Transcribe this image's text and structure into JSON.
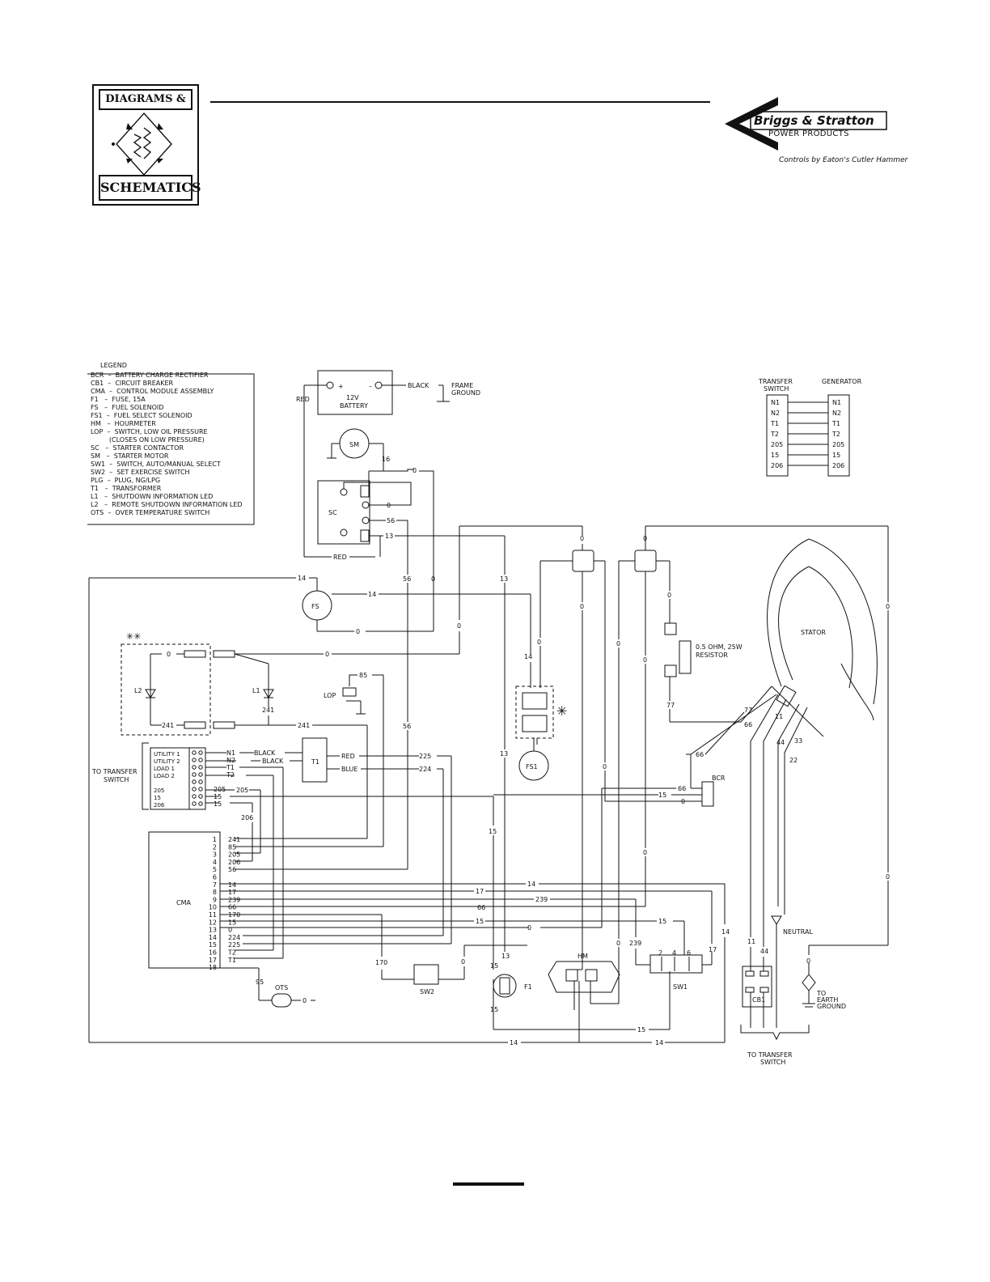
{
  "header": {
    "logo_top": "DIAGRAMS &",
    "logo_bottom": "SCHEMATICS",
    "brand_name": "Briggs & Stratton",
    "brand_sub": "POWER PRODUCTS",
    "brand_controls": "Controls by Eaton's Cutler Hammer"
  },
  "legend": {
    "title": "LEGEND",
    "items": [
      "BCR  –  BATTERY CHARGE RECTIFIER",
      "CB1  –  CIRCUIT BREAKER",
      "CMA  –  CONTROL MODULE ASSEMBLY",
      "F1   –  FUSE, 15A",
      "FS   –  FUEL SOLENOID",
      "FS1  –  FUEL SELECT SOLENOID",
      "HM   –  HOURMETER",
      "LOP  –  SWITCH, LOW OIL PRESSURE",
      "         (CLOSES ON LOW PRESSURE)",
      "SC   –  STARTER CONTACTOR",
      "SM   –  STARTER MOTOR",
      "SW1  –  SWITCH, AUTO/MANUAL SELECT",
      "SW2  –  SET EXERCISE SWITCH",
      "PLG  –  PLUG, NG/LPG",
      "T1   –  TRANSFORMER",
      "L1   –  SHUTDOWN INFORMATION LED",
      "L2   –  REMOTE SHUTDOWN INFORMATION LED",
      "OTS  –  OVER TEMPERATURE SWITCH"
    ]
  },
  "battery": {
    "voltage": "12V",
    "label": "BATTERY",
    "plus": "+",
    "minus": "–",
    "black": "BLACK",
    "frame": "FRAME",
    "ground": "GROUND",
    "red": "RED"
  },
  "components": {
    "sm": "SM",
    "sc": "SC",
    "fs": "FS",
    "fs1": "FS1",
    "lop": "LOP",
    "l1": "L1",
    "l2": "L2",
    "t1": "T1",
    "cma": "CMA",
    "sw1": "SW1",
    "sw2": "SW2",
    "f1": "F1",
    "hm": "HM",
    "ots": "OTS",
    "cb1": "CB1",
    "bcr": "BCR",
    "stator": "STATOR",
    "neutral": "NEUTRAL",
    "resistor": "0.5 OHM, 25W",
    "resistor2": "RESISTOR",
    "earth1": "TO",
    "earth2": "EARTH",
    "earth3": "GROUND",
    "star": "✳",
    "dstar": "✳✳"
  },
  "to_transfer_left": {
    "line1": "TO TRANSFER",
    "line2": "SWITCH"
  },
  "to_transfer_bottom": {
    "line1": "TO TRANSFER",
    "line2": "SWITCH"
  },
  "terminal_block": {
    "labels": [
      "UTILITY 1",
      "UTILITY 2",
      "LOAD 1",
      "LOAD 2",
      "",
      "205",
      "15",
      "206"
    ],
    "wires": [
      "N1",
      "N2",
      "T1",
      "T2",
      "",
      "205",
      "15",
      "15"
    ]
  },
  "t1_wires": {
    "black1": "BLACK",
    "black2": "BLACK",
    "red": "RED",
    "blue": "BLUE"
  },
  "cross_ref": {
    "left_title": [
      "TRANSFER",
      "SWITCH"
    ],
    "right_title": [
      "GENERATOR"
    ],
    "rows": [
      "N1",
      "N2",
      "T1",
      "T2",
      "205",
      "15",
      "206"
    ]
  },
  "cma_pins": [
    {
      "pin": "1",
      "wire": "241"
    },
    {
      "pin": "2",
      "wire": "85"
    },
    {
      "pin": "3",
      "wire": "205"
    },
    {
      "pin": "4",
      "wire": "206"
    },
    {
      "pin": "5",
      "wire": "56"
    },
    {
      "pin": "6",
      "wire": ""
    },
    {
      "pin": "7",
      "wire": "14"
    },
    {
      "pin": "8",
      "wire": "17"
    },
    {
      "pin": "9",
      "wire": "239"
    },
    {
      "pin": "10",
      "wire": "66"
    },
    {
      "pin": "11",
      "wire": "170"
    },
    {
      "pin": "12",
      "wire": "15"
    },
    {
      "pin": "13",
      "wire": "0"
    },
    {
      "pin": "14",
      "wire": "224"
    },
    {
      "pin": "15",
      "wire": "225"
    },
    {
      "pin": "16",
      "wire": "T2"
    },
    {
      "pin": "17",
      "wire": "T1"
    },
    {
      "pin": "18",
      "wire": ""
    }
  ],
  "wire_labels": {
    "w0": "0",
    "w13": "13",
    "w14": "14",
    "w15": "15",
    "w16": "16",
    "w17": "17",
    "w22": "22",
    "w33": "33",
    "w44": "44",
    "w11": "11",
    "w56": "56",
    "w66": "66",
    "w77": "77",
    "w85": "85",
    "w95": "95",
    "w170": "170",
    "w205": "205",
    "w206": "206",
    "w224": "224",
    "w225": "225",
    "w239": "239",
    "w241": "241",
    "sw1_2": "2",
    "sw1_4": "4",
    "sw1_6": "6"
  }
}
